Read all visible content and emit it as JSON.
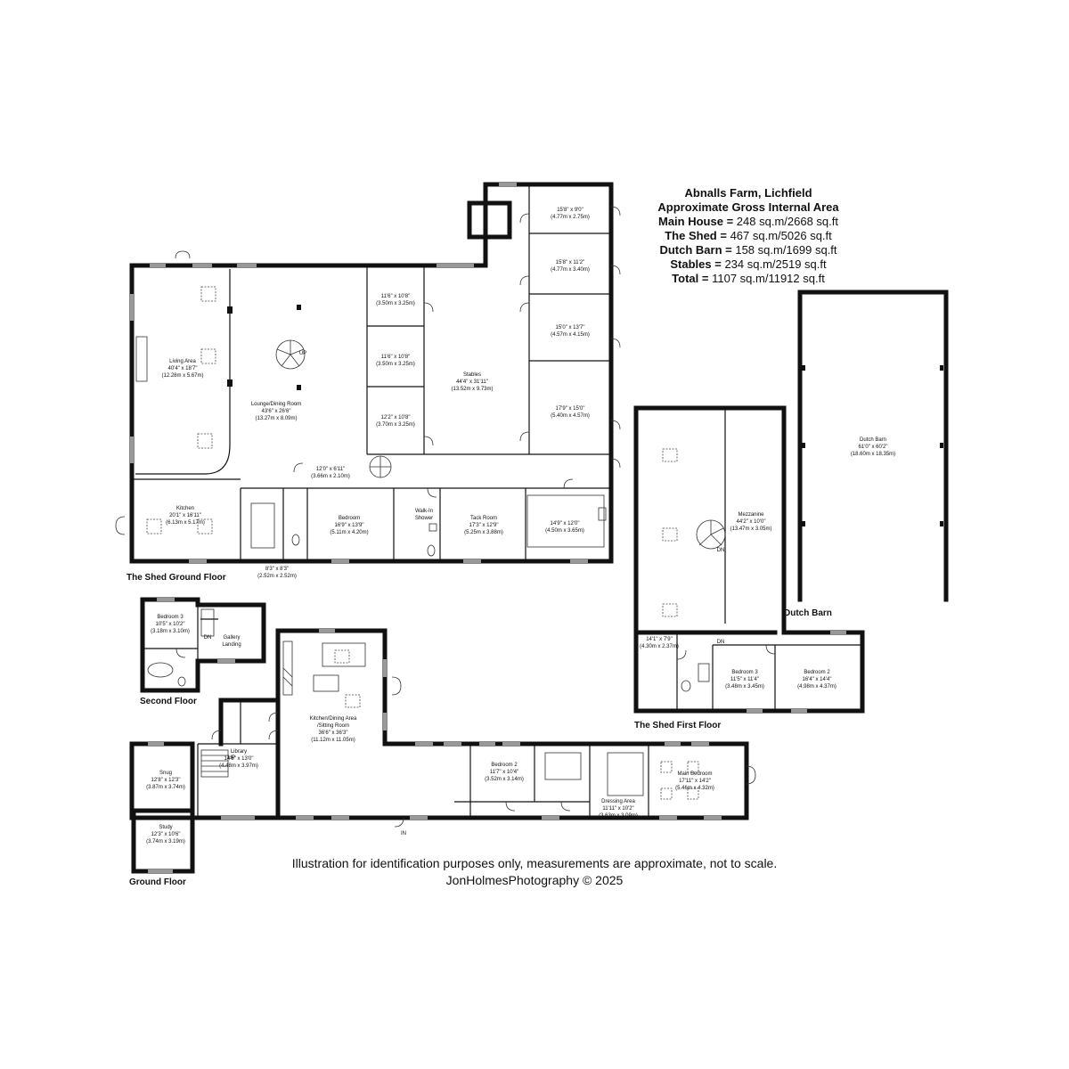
{
  "summary": {
    "title": "Abnalls Farm, Lichfield",
    "subtitle": "Approximate Gross Internal Area",
    "lines": [
      {
        "label": "Main House =",
        "value": "248 sq.m/2668 sq.ft"
      },
      {
        "label": "The Shed =",
        "value": "467 sq.m/5026 sq.ft"
      },
      {
        "label": "Dutch Barn =",
        "value": "158 sq.m/1699 sq.ft"
      },
      {
        "label": "Stables =",
        "value": "234 sq.m/2519 sq.ft"
      },
      {
        "label": "Total =",
        "value": "1107 sq.m/11912 sq.ft"
      }
    ]
  },
  "floors": {
    "shed_ground": "The Shed Ground Floor",
    "shed_first": "The Shed First Floor",
    "dutch_barn": "Dutch Barn",
    "second_floor": "Second Floor",
    "ground_floor": "Ground Floor"
  },
  "rooms": {
    "living_area": {
      "name": "Living Area",
      "imperial": "40'4\" x 18'7\"",
      "metric": "(12.28m x 5.67m)"
    },
    "lounge": {
      "name": "Lounge/Dining Room",
      "imperial": "43'6\" x 26'6\"",
      "metric": "(13.27m x 8.09m)"
    },
    "kitchen_shed": {
      "name": "Kitchen",
      "imperial": "20'1\" x 16'11\"",
      "metric": "(6.13m x 5.17m)"
    },
    "stable_a": {
      "imperial": "11'6\" x 10'8\"",
      "metric": "(3.50m x 3.25m)"
    },
    "stable_b": {
      "imperial": "11'6\" x 10'8\"",
      "metric": "(3.50m x 3.25m)"
    },
    "stable_c": {
      "imperial": "12'2\" x 10'8\"",
      "metric": "(3.70m x 3.25m)"
    },
    "stables": {
      "name": "Stables",
      "imperial": "44'4\" x 31'11\"",
      "metric": "(13.52m x 9.73m)"
    },
    "box_1": {
      "imperial": "15'8\" x 9'0\"",
      "metric": "(4.77m x 2.75m)"
    },
    "box_2": {
      "imperial": "15'8\" x 11'2\"",
      "metric": "(4.77m x 3.40m)"
    },
    "box_3": {
      "imperial": "15'0\" x 13'7\"",
      "metric": "(4.57m x 4.15m)"
    },
    "box_4": {
      "imperial": "17'9\" x 15'0\"",
      "metric": "(5.40m x 4.57m)"
    },
    "hall_shed": {
      "imperial": "12'0\" x 6'11\"",
      "metric": "(3.66m x 2.10m)"
    },
    "bedroom_shed": {
      "name": "Bedroom",
      "imperial": "16'9\" x 13'9\"",
      "metric": "(5.11m x 4.20m)"
    },
    "walk_in_shower": {
      "name": "Walk-In",
      "name2": "Shower"
    },
    "tack_room": {
      "name": "Tack Room",
      "imperial": "17'3\" x 12'9\"",
      "metric": "(5.25m x 3.88m)"
    },
    "workshop": {
      "imperial": "14'9\" x 12'0\"",
      "metric": "(4.50m x 3.65m)"
    },
    "utility_shed": {
      "imperial": "8'3\" x 8'3\"",
      "metric": "(2.52m x 2.52m)"
    },
    "dutch_barn": {
      "name": "Dutch Barn",
      "imperial": "61'0\" x 60'2\"",
      "metric": "(18.60m x 18.35m)"
    },
    "mezzanine": {
      "name": "Mezzanine",
      "imperial": "44'2\" x 10'0\"",
      "metric": "(13.47m x 3.05m)"
    },
    "landing_first": {
      "imperial": "14'1\" x 7'9\"",
      "metric": "(4.30m x 2.37m)"
    },
    "bedroom3_shed": {
      "name": "Bedroom 3",
      "imperial": "11'5\" x 11'4\"",
      "metric": "(3.48m x 3.45m)"
    },
    "bedroom2_shed": {
      "name": "Bedroom 2",
      "imperial": "16'4\" x 14'4\"",
      "metric": "(4.98m x 4.37m)"
    },
    "bedroom3_house": {
      "name": "Bedroom 3",
      "imperial": "10'5\" x 10'2\"",
      "metric": "(3.18m x 3.10m)"
    },
    "gallery_landing": {
      "name": "Gallery",
      "name2": "Landing"
    },
    "kitchen_house": {
      "name": "Kitchen/Dining Area",
      "name2": "/Sitting Room",
      "imperial": "36'6\" x 36'3\"",
      "metric": "(11.12m x 11.05m)"
    },
    "snug": {
      "name": "Snug",
      "imperial": "12'8\" x 12'3\"",
      "metric": "(3.87m x 3.74m)"
    },
    "library": {
      "name": "Library",
      "imperial": "14'8\" x 13'0\"",
      "metric": "(4.48m x 3.97m)"
    },
    "study": {
      "name": "Study",
      "imperial": "12'3\" x 10'6\"",
      "metric": "(3.74m x 3.19m)"
    },
    "bedroom2_house": {
      "name": "Bedroom 2",
      "imperial": "11'7\" x 10'4\"",
      "metric": "(3.52m x 3.14m)"
    },
    "dressing_area": {
      "name": "Dressing Area",
      "imperial": "11'11\" x 10'2\"",
      "metric": "(3.63m x 3.09m)"
    },
    "main_bedroom": {
      "name": "Main Bedroom",
      "imperial": "17'11\" x 14'2\"",
      "metric": "(5.46m x 4.32m)"
    }
  },
  "stair_labels": {
    "up_shed": "UP",
    "dn_shed": "DN",
    "dn_first": "DN",
    "dn_second": "DN",
    "up_ground": "UP",
    "entrance": "IN"
  },
  "footer": {
    "disclaimer": "Illustration for identification purposes only, measurements are approximate, not to scale.",
    "credit": "JonHolmesPhotography © 2025"
  }
}
